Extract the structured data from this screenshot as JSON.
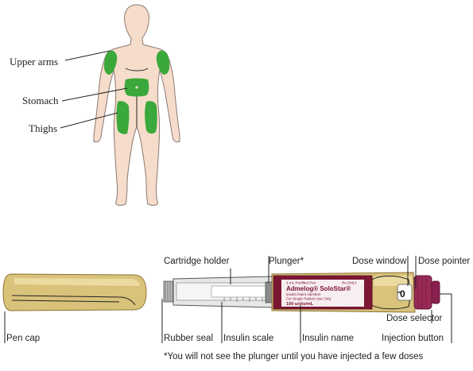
{
  "body_diagram": {
    "labels": {
      "upper_arms": "Upper arms",
      "stomach": "Stomach",
      "thighs": "Thighs"
    },
    "colors": {
      "skin": "#f6dccb",
      "outline": "#8a7a72",
      "injection_site": "#3aa83a"
    }
  },
  "pen_diagram": {
    "labels": {
      "cartridge_holder": "Cartridge holder",
      "plunger": "Plunger*",
      "dose_window": "Dose window",
      "dose_pointer": "Dose pointer",
      "pen_cap": "Pen cap",
      "rubber_seal": "Rubber seal",
      "insulin_scale": "Insulin scale",
      "insulin_name": "Insulin name",
      "dose_selector": "Dose selector",
      "injection_button": "Injection button"
    },
    "footnote": "*You will not see the plunger until you have injected a few doses",
    "pen_label": {
      "line1": "3 mL Prefilled Pen",
      "rx": "Rx ONLY",
      "brand": "Admelog® SoloStar®",
      "generic": "insulin lispro injection",
      "warning": "For Single Patient Use Only",
      "strength": "100 units/mL"
    },
    "dose_window_value": "0",
    "colors": {
      "pen_body": "#d9c27a",
      "pen_dark": "#a88e3a",
      "label": "#7c1733",
      "button": "#9a2a56"
    }
  }
}
